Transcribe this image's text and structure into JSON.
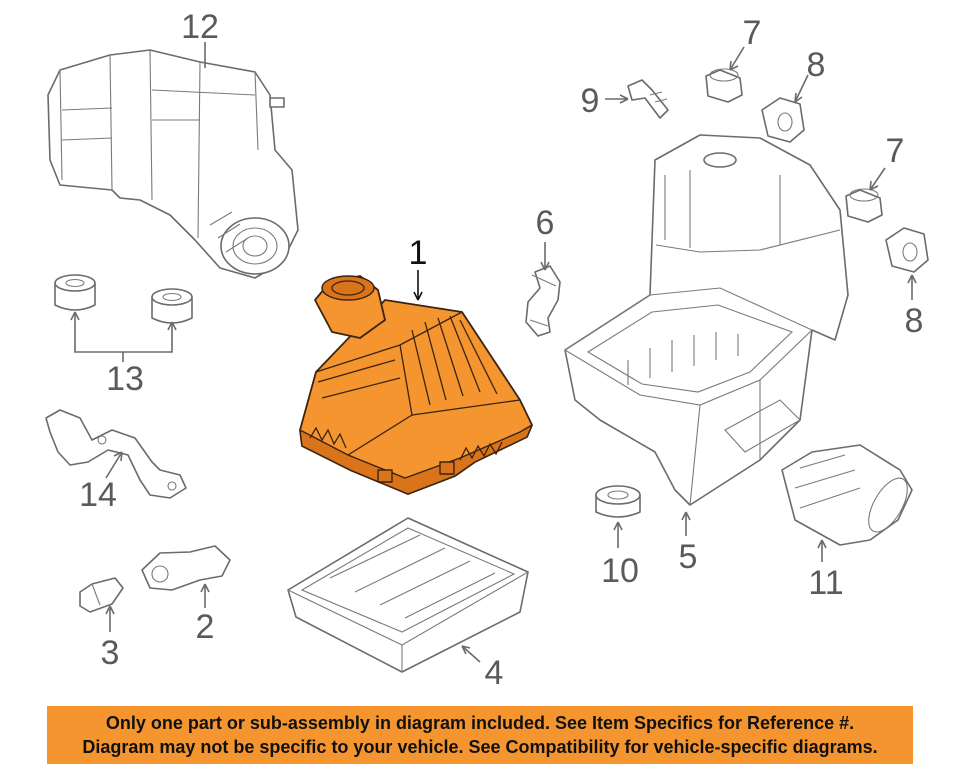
{
  "diagram": {
    "highlighted_part": "1",
    "highlight_color": "#f5952f",
    "callouts": [
      {
        "id": "c1",
        "label": "1"
      },
      {
        "id": "c2",
        "label": "2"
      },
      {
        "id": "c3",
        "label": "3"
      },
      {
        "id": "c4",
        "label": "4"
      },
      {
        "id": "c5",
        "label": "5"
      },
      {
        "id": "c6",
        "label": "6"
      },
      {
        "id": "c7a",
        "label": "7"
      },
      {
        "id": "c7b",
        "label": "7"
      },
      {
        "id": "c8a",
        "label": "8"
      },
      {
        "id": "c8b",
        "label": "8"
      },
      {
        "id": "c9",
        "label": "9"
      },
      {
        "id": "c10",
        "label": "10"
      },
      {
        "id": "c11",
        "label": "11"
      },
      {
        "id": "c12",
        "label": "12"
      },
      {
        "id": "c13",
        "label": "13"
      },
      {
        "id": "c14",
        "label": "14"
      }
    ]
  },
  "banner": {
    "line1": "Only one part or sub-assembly in diagram included. See Item Specifics for Reference #.",
    "line2": "Diagram may not be specific to your vehicle. See Compatibility for vehicle-specific diagrams.",
    "background": "#f5952f"
  }
}
